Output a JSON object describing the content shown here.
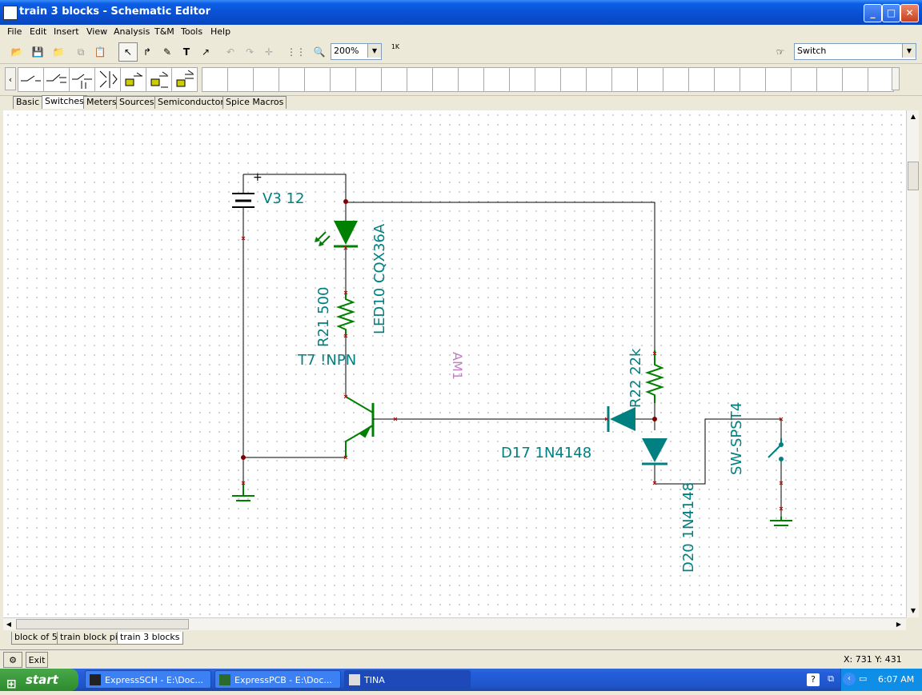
{
  "window": {
    "title": "train 3 blocks - Schematic Editor",
    "buttons": {
      "minimize": "_",
      "maximize": "□",
      "close": "✕"
    }
  },
  "menu": [
    "File",
    "Edit",
    "Insert",
    "View",
    "Analysis",
    "T&M",
    "Tools",
    "Help"
  ],
  "toolbar": {
    "zoom_value": "200%",
    "component_select": "Switch",
    "text_tool_label": "T",
    "meter_label": "1K"
  },
  "palette_tabs": [
    "Basic",
    "Switches",
    "Meters",
    "Sources",
    "Semiconductors",
    "Spice Macros"
  ],
  "active_palette_tab": "Switches",
  "schematic": {
    "labels": {
      "v3": "V3 12",
      "plus": "+",
      "led10": "LED10 CQX36A",
      "r21": "R21 500",
      "t7": "T7 !NPN",
      "am1": "AM1",
      "r22": "R22 22k",
      "d17": "D17 1N4148",
      "d20": "D20 1N4148",
      "sw": "SW-SPST4"
    },
    "colors": {
      "component": "#008000",
      "label": "#008080",
      "wire": "#000000",
      "node": "#800000",
      "ammeter": "#c080c0"
    }
  },
  "doc_tabs": [
    "block of 5",
    "train block pic",
    "train 3 blocks"
  ],
  "active_doc_tab": "train 3 blocks",
  "status": {
    "exit_label": "Exit",
    "coords": "X: 731  Y: 431"
  },
  "taskbar": {
    "start": "start",
    "items": [
      "ExpressSCH - E:\\Doc...",
      "ExpressPCB - E:\\Doc...",
      "TINA"
    ],
    "active_item": "TINA",
    "clock": "6:07 AM"
  }
}
